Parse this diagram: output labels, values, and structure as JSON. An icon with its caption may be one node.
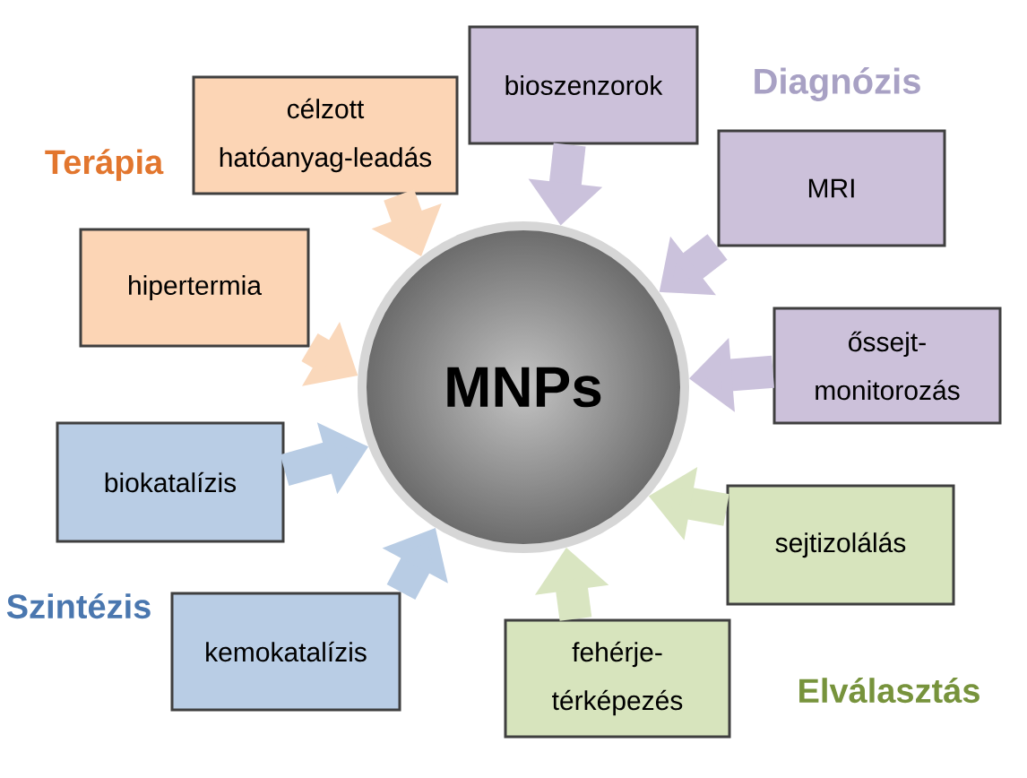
{
  "diagram": {
    "nodes": [
      {
        "text": [
          "MNPs"
        ]
      },
      {
        "text": [
          "bioszenzorok"
        ]
      },
      {
        "text": [
          "célzott hatóanyag-leadás"
        ]
      },
      {
        "text": [
          "MRI"
        ]
      },
      {
        "text": [
          "hipertermia"
        ]
      },
      {
        "text": [
          "őssejt-monitorozás"
        ]
      },
      {
        "text": [
          "biokatalízis"
        ]
      },
      {
        "text": [
          "sejtizolálás"
        ]
      },
      {
        "text": [
          "kemokatalízis"
        ]
      },
      {
        "text": [
          "fehérje-térképezés"
        ]
      }
    ],
    "edges": [
      {
        "from": 1,
        "to": 0,
        "arrow": "to",
        "color": "#cbc2dc"
      },
      {
        "from": 2,
        "to": 0,
        "arrow": "to",
        "color": "#fad8bb"
      },
      {
        "from": 3,
        "to": 0,
        "arrow": "to",
        "color": "#cbc2dc"
      },
      {
        "from": 4,
        "to": 0,
        "arrow": "to",
        "color": "#fad8bb"
      },
      {
        "from": 5,
        "to": 0,
        "arrow": "to",
        "color": "#cbc2dc"
      },
      {
        "from": 6,
        "to": 0,
        "arrow": "to",
        "color": "#b8cce4"
      },
      {
        "from": 7,
        "to": 0,
        "arrow": "to",
        "color": "#d9e5c1"
      },
      {
        "from": 8,
        "to": 0,
        "arrow": "to",
        "color": "#b8cce4"
      },
      {
        "from": 9,
        "to": 0,
        "arrow": "to",
        "color": "#d9e5c1"
      }
    ],
    "labels": [
      "Diagnózis",
      "Terápia",
      "Szintézis",
      "Elválasztás"
    ]
  }
}
